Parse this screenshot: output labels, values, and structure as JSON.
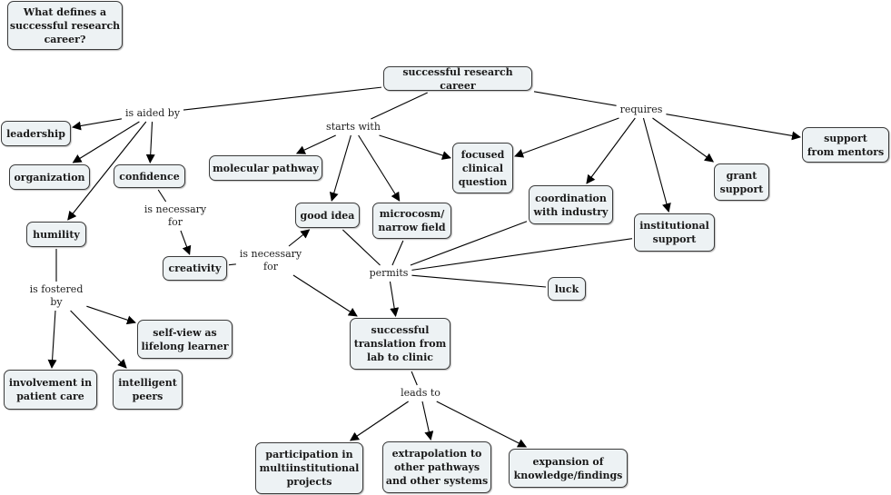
{
  "title": "What defines a\nsuccessful research\ncareer?",
  "concepts": [
    {
      "id": "root",
      "label": "successful research career"
    },
    {
      "id": "leadership",
      "label": "leadership"
    },
    {
      "id": "organization",
      "label": "organization"
    },
    {
      "id": "confidence",
      "label": "confidence"
    },
    {
      "id": "humility",
      "label": "humility"
    },
    {
      "id": "creativity",
      "label": "creativity"
    },
    {
      "id": "molecular",
      "label": "molecular pathway"
    },
    {
      "id": "goodidea",
      "label": "good idea"
    },
    {
      "id": "microcosm",
      "label": "microcosm/\nnarrow field"
    },
    {
      "id": "focused",
      "label": "focused\nclinical\nquestion"
    },
    {
      "id": "coordination",
      "label": "coordination\nwith industry"
    },
    {
      "id": "institutional",
      "label": "institutional\nsupport"
    },
    {
      "id": "grant",
      "label": "grant\nsupport"
    },
    {
      "id": "mentors",
      "label": "support\nfrom mentors"
    },
    {
      "id": "luck",
      "label": "luck"
    },
    {
      "id": "translation",
      "label": "successful\ntranslation from\nlab to clinic"
    },
    {
      "id": "selfview",
      "label": "self-view as\nlifelong learner"
    },
    {
      "id": "involvement",
      "label": "involvement in\npatient care"
    },
    {
      "id": "peers",
      "label": "intelligent\npeers"
    },
    {
      "id": "participation",
      "label": "participation in\nmultiinstitutional\nprojects"
    },
    {
      "id": "extrapolation",
      "label": "extrapolation to\nother pathways\nand other systems"
    },
    {
      "id": "expansion",
      "label": "expansion of\nknowledge/findings"
    }
  ],
  "linking_phrases": [
    {
      "id": "aided",
      "label": "is aided by"
    },
    {
      "id": "starts",
      "label": "starts with"
    },
    {
      "id": "requires",
      "label": "requires"
    },
    {
      "id": "necessary1",
      "label": "is necessary\nfor"
    },
    {
      "id": "necessary2",
      "label": "is necessary\nfor"
    },
    {
      "id": "fostered",
      "label": "is fostered\nby"
    },
    {
      "id": "permits",
      "label": "permits"
    },
    {
      "id": "leads",
      "label": "leads to"
    }
  ],
  "connections": [
    {
      "from": "root",
      "to": "aided",
      "arrow": false
    },
    {
      "from": "aided",
      "to": "leadership",
      "arrow": true
    },
    {
      "from": "aided",
      "to": "organization",
      "arrow": true
    },
    {
      "from": "aided",
      "to": "confidence",
      "arrow": true
    },
    {
      "from": "aided",
      "to": "humility",
      "arrow": true
    },
    {
      "from": "root",
      "to": "starts",
      "arrow": false
    },
    {
      "from": "starts",
      "to": "molecular",
      "arrow": true
    },
    {
      "from": "starts",
      "to": "goodidea",
      "arrow": true
    },
    {
      "from": "starts",
      "to": "microcosm",
      "arrow": true
    },
    {
      "from": "starts",
      "to": "focused",
      "arrow": true
    },
    {
      "from": "root",
      "to": "requires",
      "arrow": false
    },
    {
      "from": "requires",
      "to": "focused",
      "arrow": true
    },
    {
      "from": "requires",
      "to": "coordination",
      "arrow": true
    },
    {
      "from": "requires",
      "to": "institutional",
      "arrow": true
    },
    {
      "from": "requires",
      "to": "grant",
      "arrow": true
    },
    {
      "from": "requires",
      "to": "mentors",
      "arrow": true
    },
    {
      "from": "confidence",
      "to": "necessary1",
      "arrow": false
    },
    {
      "from": "necessary1",
      "to": "creativity",
      "arrow": true
    },
    {
      "from": "creativity",
      "to": "necessary2",
      "arrow": false
    },
    {
      "from": "necessary2",
      "to": "goodidea",
      "arrow": true
    },
    {
      "from": "necessary2",
      "to": "translation",
      "arrow": true
    },
    {
      "from": "humility",
      "to": "fostered",
      "arrow": false
    },
    {
      "from": "fostered",
      "to": "selfview",
      "arrow": true
    },
    {
      "from": "fostered",
      "to": "involvement",
      "arrow": true
    },
    {
      "from": "fostered",
      "to": "peers",
      "arrow": true
    },
    {
      "from": "goodidea",
      "to": "permits",
      "arrow": false
    },
    {
      "from": "microcosm",
      "to": "permits",
      "arrow": false
    },
    {
      "from": "coordination",
      "to": "permits",
      "arrow": false
    },
    {
      "from": "institutional",
      "to": "permits",
      "arrow": false
    },
    {
      "from": "luck",
      "to": "permits",
      "arrow": false
    },
    {
      "from": "permits",
      "to": "translation",
      "arrow": true
    },
    {
      "from": "translation",
      "to": "leads",
      "arrow": false
    },
    {
      "from": "leads",
      "to": "participation",
      "arrow": true
    },
    {
      "from": "leads",
      "to": "extrapolation",
      "arrow": true
    },
    {
      "from": "leads",
      "to": "expansion",
      "arrow": true
    }
  ]
}
